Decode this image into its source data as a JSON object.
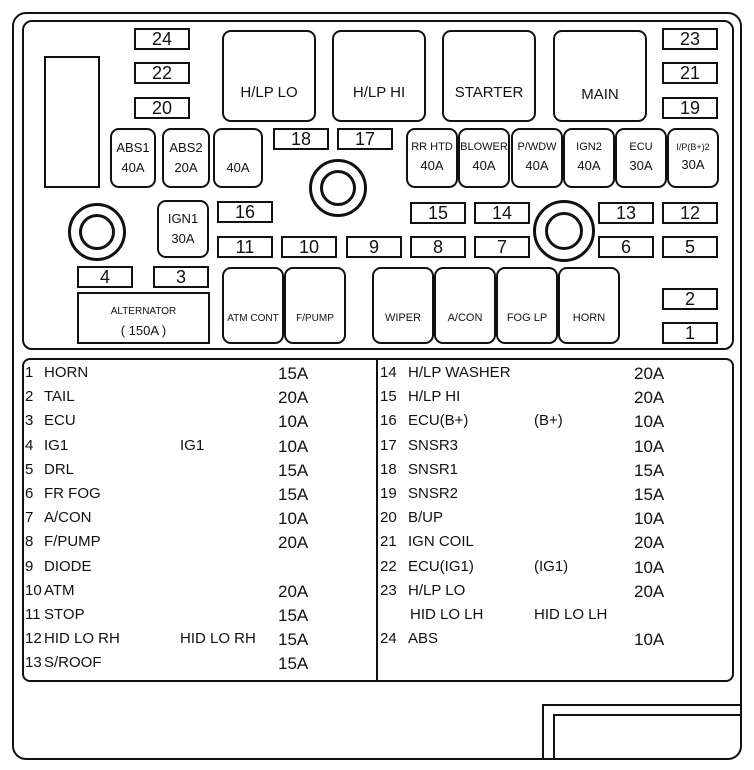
{
  "relays_top": [
    {
      "id": "hlp_lo",
      "label": "H/LP LO"
    },
    {
      "id": "hlp_hi",
      "label": "H/LP HI"
    },
    {
      "id": "starter",
      "label": "STARTER"
    },
    {
      "id": "main",
      "label": "MAIN"
    }
  ],
  "slot_numbers": {
    "s1": "1",
    "s2": "2",
    "s3": "3",
    "s4": "4",
    "s5": "5",
    "s6": "6",
    "s7": "7",
    "s8": "8",
    "s9": "9",
    "s10": "10",
    "s11": "11",
    "s12": "12",
    "s13": "13",
    "s14": "14",
    "s15": "15",
    "s16": "16",
    "s17": "17",
    "s18": "18",
    "s19": "19",
    "s20": "20",
    "s21": "21",
    "s22": "22",
    "s23": "23",
    "s24": "24"
  },
  "fuses": [
    {
      "id": "abs1",
      "name": "ABS1",
      "rating": "40A"
    },
    {
      "id": "abs2",
      "name": "ABS2",
      "rating": "20A"
    },
    {
      "id": "blank",
      "name": "",
      "rating": "40A"
    },
    {
      "id": "rr_htd",
      "name": "RR HTD",
      "rating": "40A"
    },
    {
      "id": "blower",
      "name": "BLOWER",
      "rating": "40A"
    },
    {
      "id": "pwdw",
      "name": "P/WDW",
      "rating": "40A"
    },
    {
      "id": "ign2",
      "name": "IGN2",
      "rating": "40A"
    },
    {
      "id": "ecu",
      "name": "ECU",
      "rating": "30A"
    },
    {
      "id": "ipb2",
      "name": "I/P(B+)2",
      "rating": "30A"
    }
  ],
  "ign1": {
    "name": "IGN1",
    "rating": "30A"
  },
  "alternator": {
    "name": "ALTERNATOR",
    "rating": "( 150A )"
  },
  "relays_bottom": [
    {
      "id": "atm_cont",
      "label": "ATM CONT"
    },
    {
      "id": "fpump",
      "label": "F/PUMP"
    },
    {
      "id": "wiper",
      "label": "WIPER"
    },
    {
      "id": "acon",
      "label": "A/CON"
    },
    {
      "id": "foglp",
      "label": "FOG LP"
    },
    {
      "id": "horn",
      "label": "HORN"
    }
  ],
  "legend_left": [
    {
      "num": "1",
      "name": "HORN",
      "note": "",
      "rating": "15A"
    },
    {
      "num": "2",
      "name": "TAIL",
      "note": "",
      "rating": "20A"
    },
    {
      "num": "3",
      "name": "ECU",
      "note": "",
      "rating": "10A"
    },
    {
      "num": "4",
      "name": "IG1",
      "note": "IG1",
      "rating": "10A"
    },
    {
      "num": "5",
      "name": "DRL",
      "note": "",
      "rating": "15A"
    },
    {
      "num": "6",
      "name": "FR FOG",
      "note": "",
      "rating": "15A"
    },
    {
      "num": "7",
      "name": "A/CON",
      "note": "",
      "rating": "10A"
    },
    {
      "num": "8",
      "name": "F/PUMP",
      "note": "",
      "rating": "20A"
    },
    {
      "num": "9",
      "name": "DIODE",
      "note": "",
      "rating": ""
    },
    {
      "num": "10",
      "name": "ATM",
      "note": "",
      "rating": "20A"
    },
    {
      "num": "11",
      "name": "STOP",
      "note": "",
      "rating": "15A"
    },
    {
      "num": "12",
      "name": "HID LO RH",
      "note": "HID LO RH",
      "rating": "15A"
    },
    {
      "num": "13",
      "name": "S/ROOF",
      "note": "",
      "rating": "15A"
    }
  ],
  "legend_right": [
    {
      "num": "14",
      "name": "H/LP  WASHER",
      "note": "",
      "rating": "20A"
    },
    {
      "num": "15",
      "name": "H/LP  HI",
      "note": "",
      "rating": "20A"
    },
    {
      "num": "16",
      "name": "ECU(B+)",
      "note": "(B+)",
      "rating": "10A"
    },
    {
      "num": "17",
      "name": "SNSR3",
      "note": "",
      "rating": "10A"
    },
    {
      "num": "18",
      "name": "SNSR1",
      "note": "",
      "rating": "15A"
    },
    {
      "num": "19",
      "name": "SNSR2",
      "note": "",
      "rating": "15A"
    },
    {
      "num": "20",
      "name": "B/UP",
      "note": "",
      "rating": "10A"
    },
    {
      "num": "21",
      "name": "IGN COIL",
      "note": "",
      "rating": "20A"
    },
    {
      "num": "22",
      "name": "ECU(IG1)",
      "note": "(IG1)",
      "rating": "10A"
    },
    {
      "num": "23",
      "name": "H/LP LO",
      "note": "",
      "rating": "20A"
    },
    {
      "num": "",
      "name": "HID LO LH",
      "note": "HID LO LH",
      "rating": ""
    },
    {
      "num": "24",
      "name": "ABS",
      "note": "",
      "rating": "10A"
    }
  ]
}
